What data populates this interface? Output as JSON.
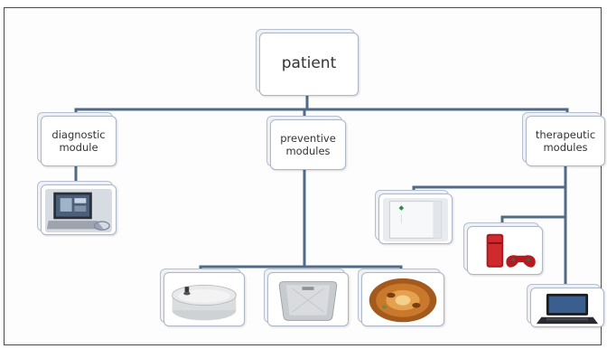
{
  "root": {
    "label": "patient"
  },
  "modules": [
    {
      "id": "diagnostic",
      "label": "diagnostic\nmodule"
    },
    {
      "id": "preventive",
      "label": "preventive\nmodules"
    },
    {
      "id": "therapeutic",
      "label": "therapeutic\nmodules"
    }
  ],
  "devices": [
    {
      "module": "diagnostic",
      "icon": "diagnostic-scanner-icon"
    },
    {
      "module": "preventive",
      "icon": "footbath-basin-icon"
    },
    {
      "module": "preventive",
      "icon": "bathroom-scale-icon"
    },
    {
      "module": "preventive",
      "icon": "light-therapy-lamp-icon"
    },
    {
      "module": "therapeutic",
      "icon": "wall-panel-device-icon"
    },
    {
      "module": "therapeutic",
      "icon": "game-console-controller-icon"
    },
    {
      "module": "therapeutic",
      "icon": "netbook-laptop-icon"
    }
  ],
  "colors": {
    "connector": "#4f6b88",
    "box_border": "#aeb7c6",
    "text": "#333333"
  }
}
